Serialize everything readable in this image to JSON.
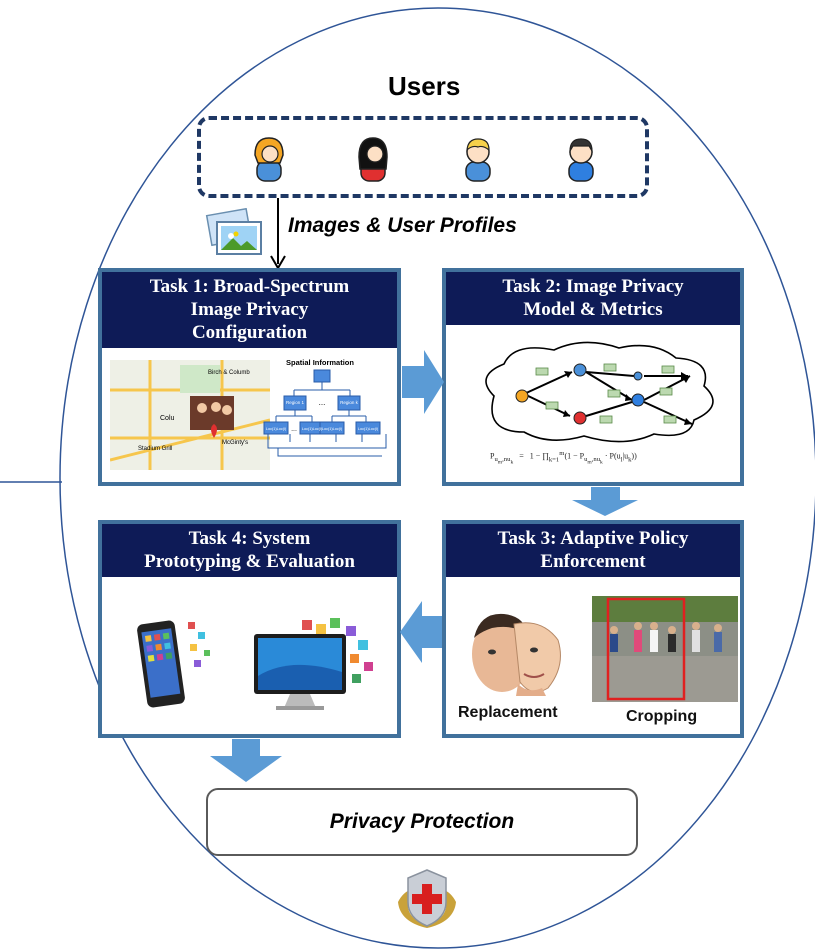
{
  "users": {
    "title": "Users"
  },
  "input_label": "Images & User Profiles",
  "tasks": [
    {
      "lines": [
        "Task 1: Broad-Spectrum",
        "Image Privacy",
        "Configuration"
      ]
    },
    {
      "lines": [
        "Task 2: Image Privacy",
        "Model & Metrics"
      ]
    },
    {
      "lines": [
        "Task 3: Adaptive Policy",
        "Enforcement"
      ]
    },
    {
      "lines": [
        "Task 4: System",
        "Prototyping & Evaluation"
      ]
    }
  ],
  "task1_figure": {
    "title": "Spatial Information",
    "regions": [
      "Region 1",
      "Region k"
    ],
    "ellipsis": "...",
    "locations": [
      "Loc(1)Loc(l)",
      "Loc(1)Loc(l)",
      "Loc(1)Loc(l)",
      "Loc(1)Loc(l)"
    ],
    "map_labels": [
      "Birch & Columb",
      "McGinty's",
      "Stadium Grill",
      "Colu"
    ]
  },
  "task2_formula": "P_{u_m, n u_k} = 1 − ∏_{k=1}^{m} (1 − P_{u_m, n u_k} · P(u_l | u_k))",
  "task3_labels": {
    "replacement": "Replacement",
    "cropping": "Cropping"
  },
  "output": "Privacy Protection",
  "colors": {
    "task_header": "#0e1b57",
    "task_border": "#41719c",
    "flow_arrow": "#5b9bd5",
    "user_box_border": "#1f3864",
    "crop_box": "#e02020"
  },
  "icons": [
    "user-icon-orange-hair",
    "user-icon-black-hair-red",
    "user-icon-blonde",
    "user-icon-dark-hair-blue",
    "photos-icon",
    "phone-icon",
    "desktop-icon",
    "shield-icon"
  ]
}
